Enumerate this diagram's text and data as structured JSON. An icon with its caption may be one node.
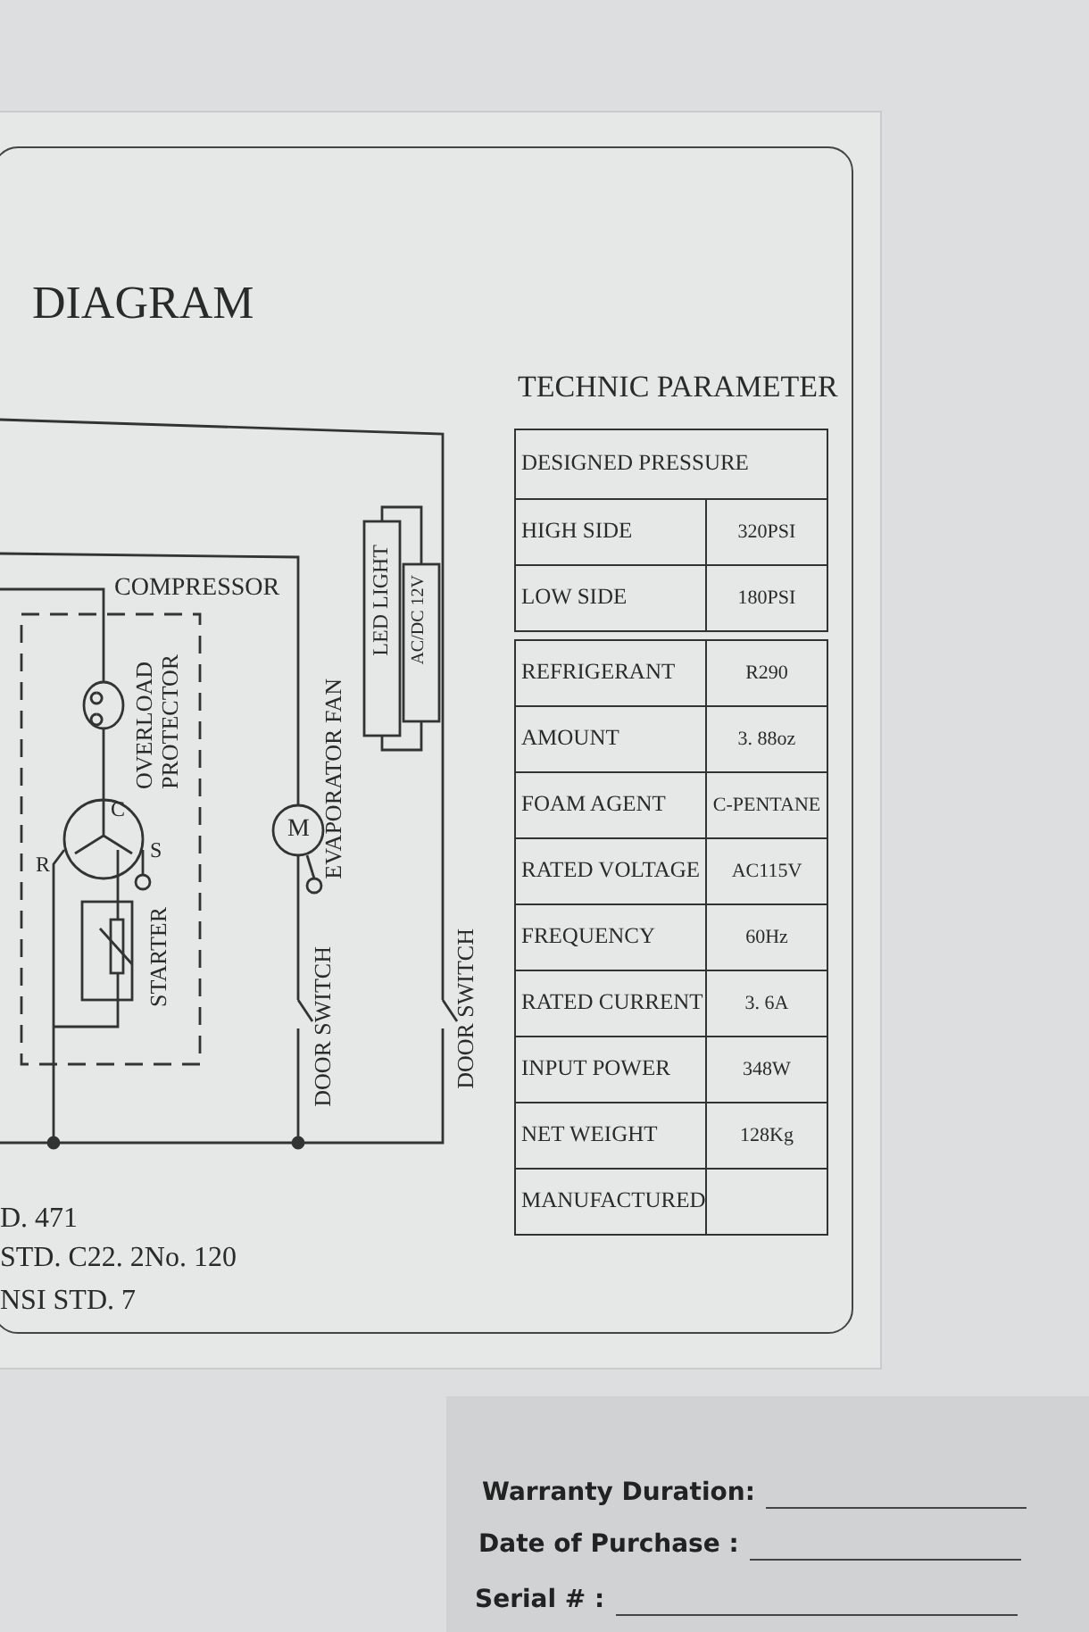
{
  "diagram": {
    "title": "DIAGRAM",
    "labels": [
      "COMPRESSOR",
      "OVERLOAD PROTECTOR",
      "C",
      "R",
      "S",
      "STARTER",
      "M",
      "EVAPORATOR FAN",
      "DOOR SWITCH",
      "LED LIGHT",
      "AC/DC 12V",
      "DOOR SWITCH",
      "D. 471",
      "STD. C22. 2No. 120",
      "NSI STD. 7",
      "TECHNIC PARAMETER",
      "DESIGNED PRESSURE",
      "HIGH SIDE",
      "320PSI",
      "LOW SIDE",
      "180PSI",
      "REFRIGERANT",
      "R290",
      "AMOUNT",
      "3. 88oz",
      "FOAM AGENT",
      "C-PENTANE",
      "RATED VOLTAGE",
      "AC115V",
      "FREQUENCY",
      "60Hz",
      "RATED CURRENT",
      "3. 6A",
      "INPUT POWER",
      "348W",
      "NET WEIGHT",
      "128Kg",
      "MANUFACTURED",
      "Warranty Duration:",
      "Date of Purchase :",
      "Serial # :"
    ]
  }
}
